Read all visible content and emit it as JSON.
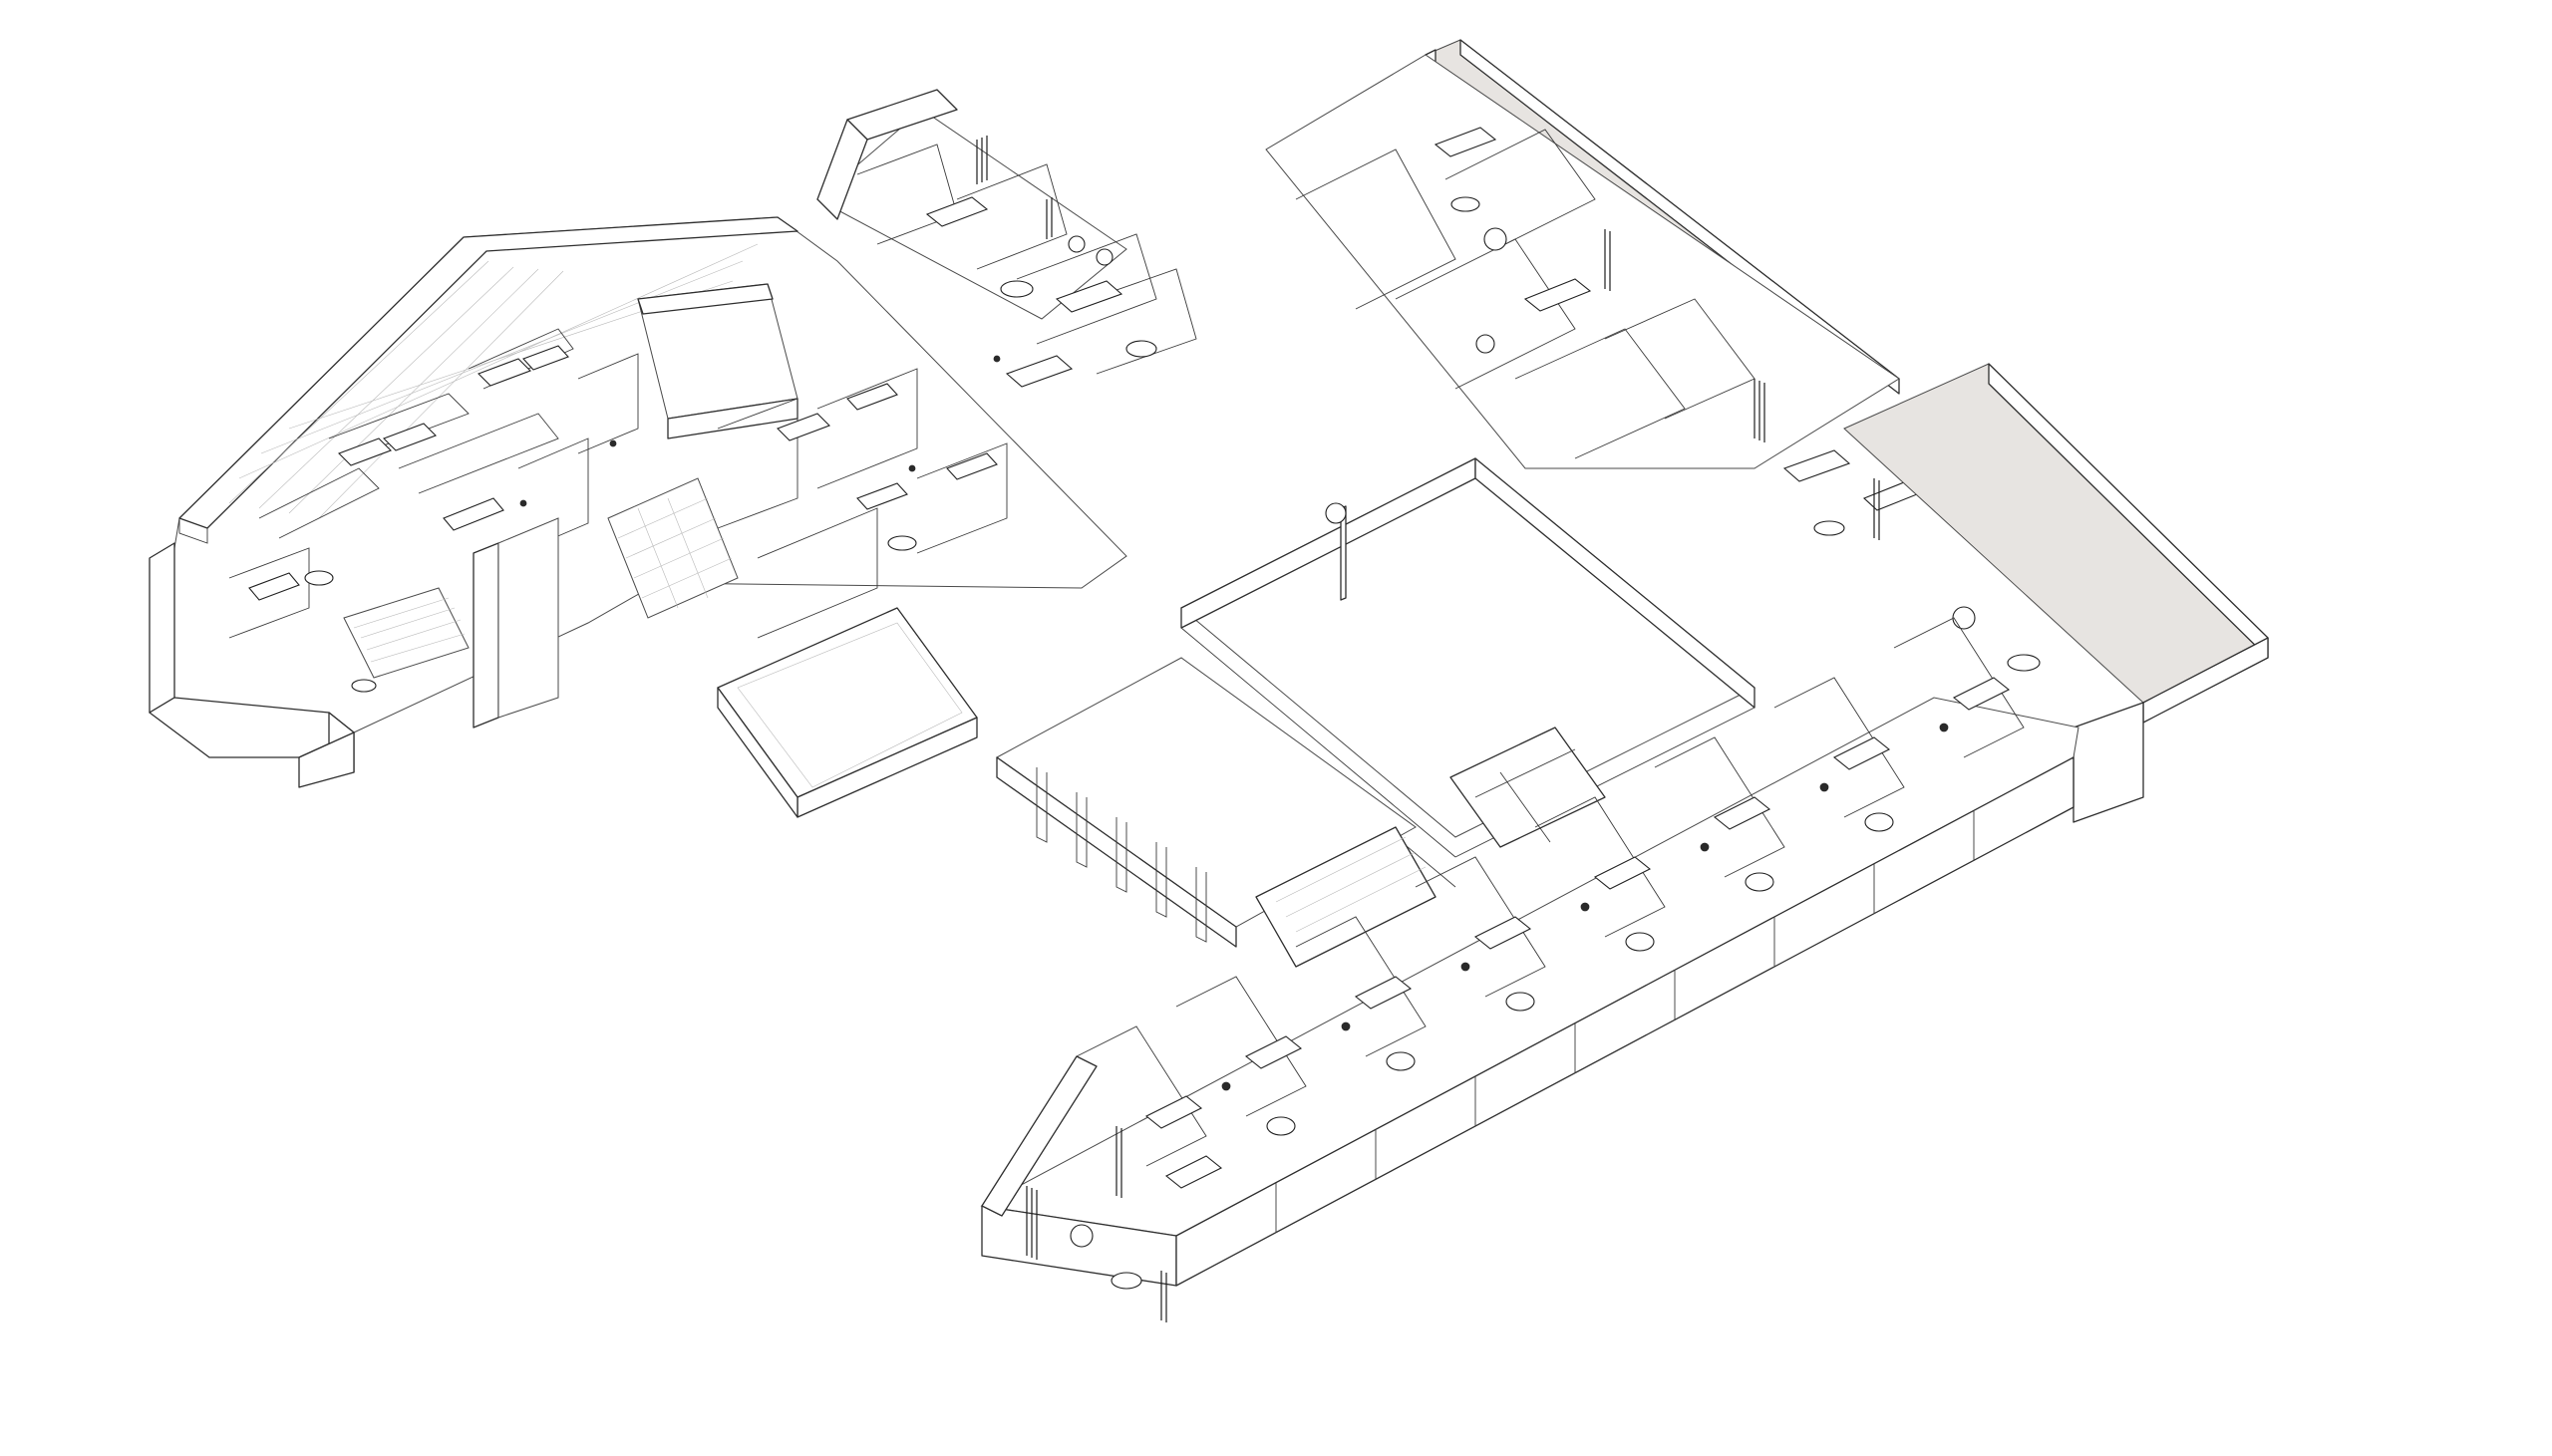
{
  "drawing": {
    "style": "isometric-line-drawing",
    "colors": {
      "line": "#2e2e2e",
      "background": "#ffffff",
      "shaded_floor": "#e7e4e1"
    },
    "zones": [
      {
        "id": "west-wing"
      },
      {
        "id": "north-wing"
      },
      {
        "id": "northeast-wing"
      },
      {
        "id": "courtyard"
      },
      {
        "id": "central-block"
      },
      {
        "id": "south-wing"
      }
    ]
  }
}
